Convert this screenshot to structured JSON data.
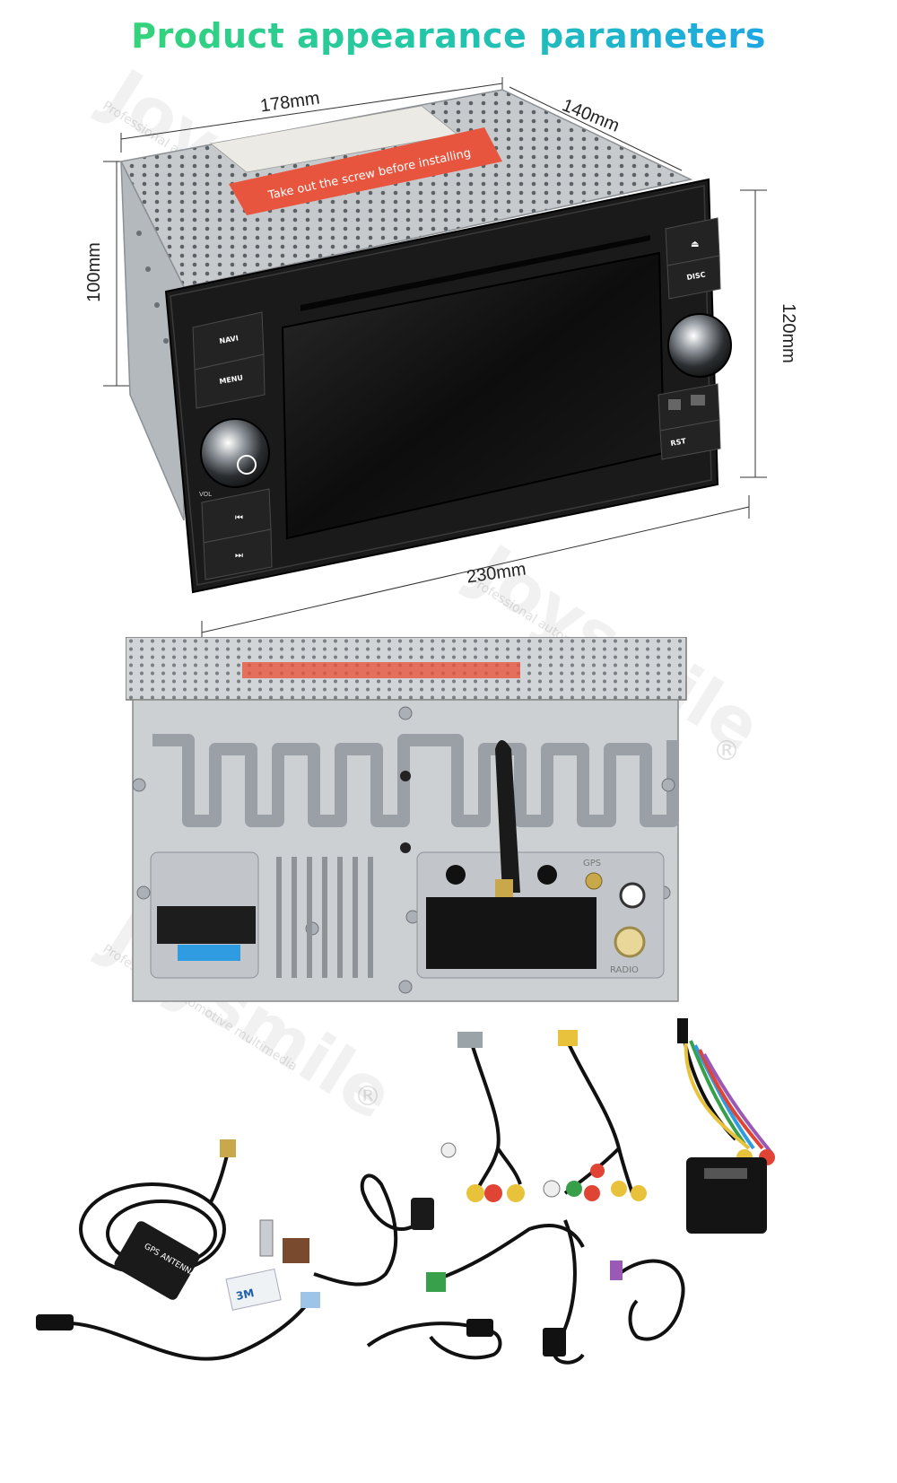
{
  "title": "Product appearance parameters",
  "dimensions": {
    "width_top": "178mm",
    "depth": "140mm",
    "height_body": "100mm",
    "height_front": "120mm",
    "width_front": "230mm"
  },
  "front_panel": {
    "navi_label": "NAVI",
    "menu_label": "MENU",
    "disc_label": "DISC",
    "rst_label": "RST",
    "vol_label": "VOL"
  },
  "rear_panel": {
    "gps_label": "GPS",
    "radio_label": "RADIO"
  },
  "sticker": {
    "warning_text": "Take out the screw before installing"
  },
  "accessories": {
    "gps_antenna_label": "GPS ANTENNA",
    "tape_label": "3M"
  },
  "watermark": {
    "brand": "Joysmile",
    "tagline": "Professional automotive multimedia",
    "registered": "®"
  },
  "colors": {
    "title_start": "#35d37a",
    "title_end": "#1da7e6",
    "chassis": "#c9cdd1",
    "bezel": "#1a1a1a",
    "sticker": "#e8553f"
  }
}
